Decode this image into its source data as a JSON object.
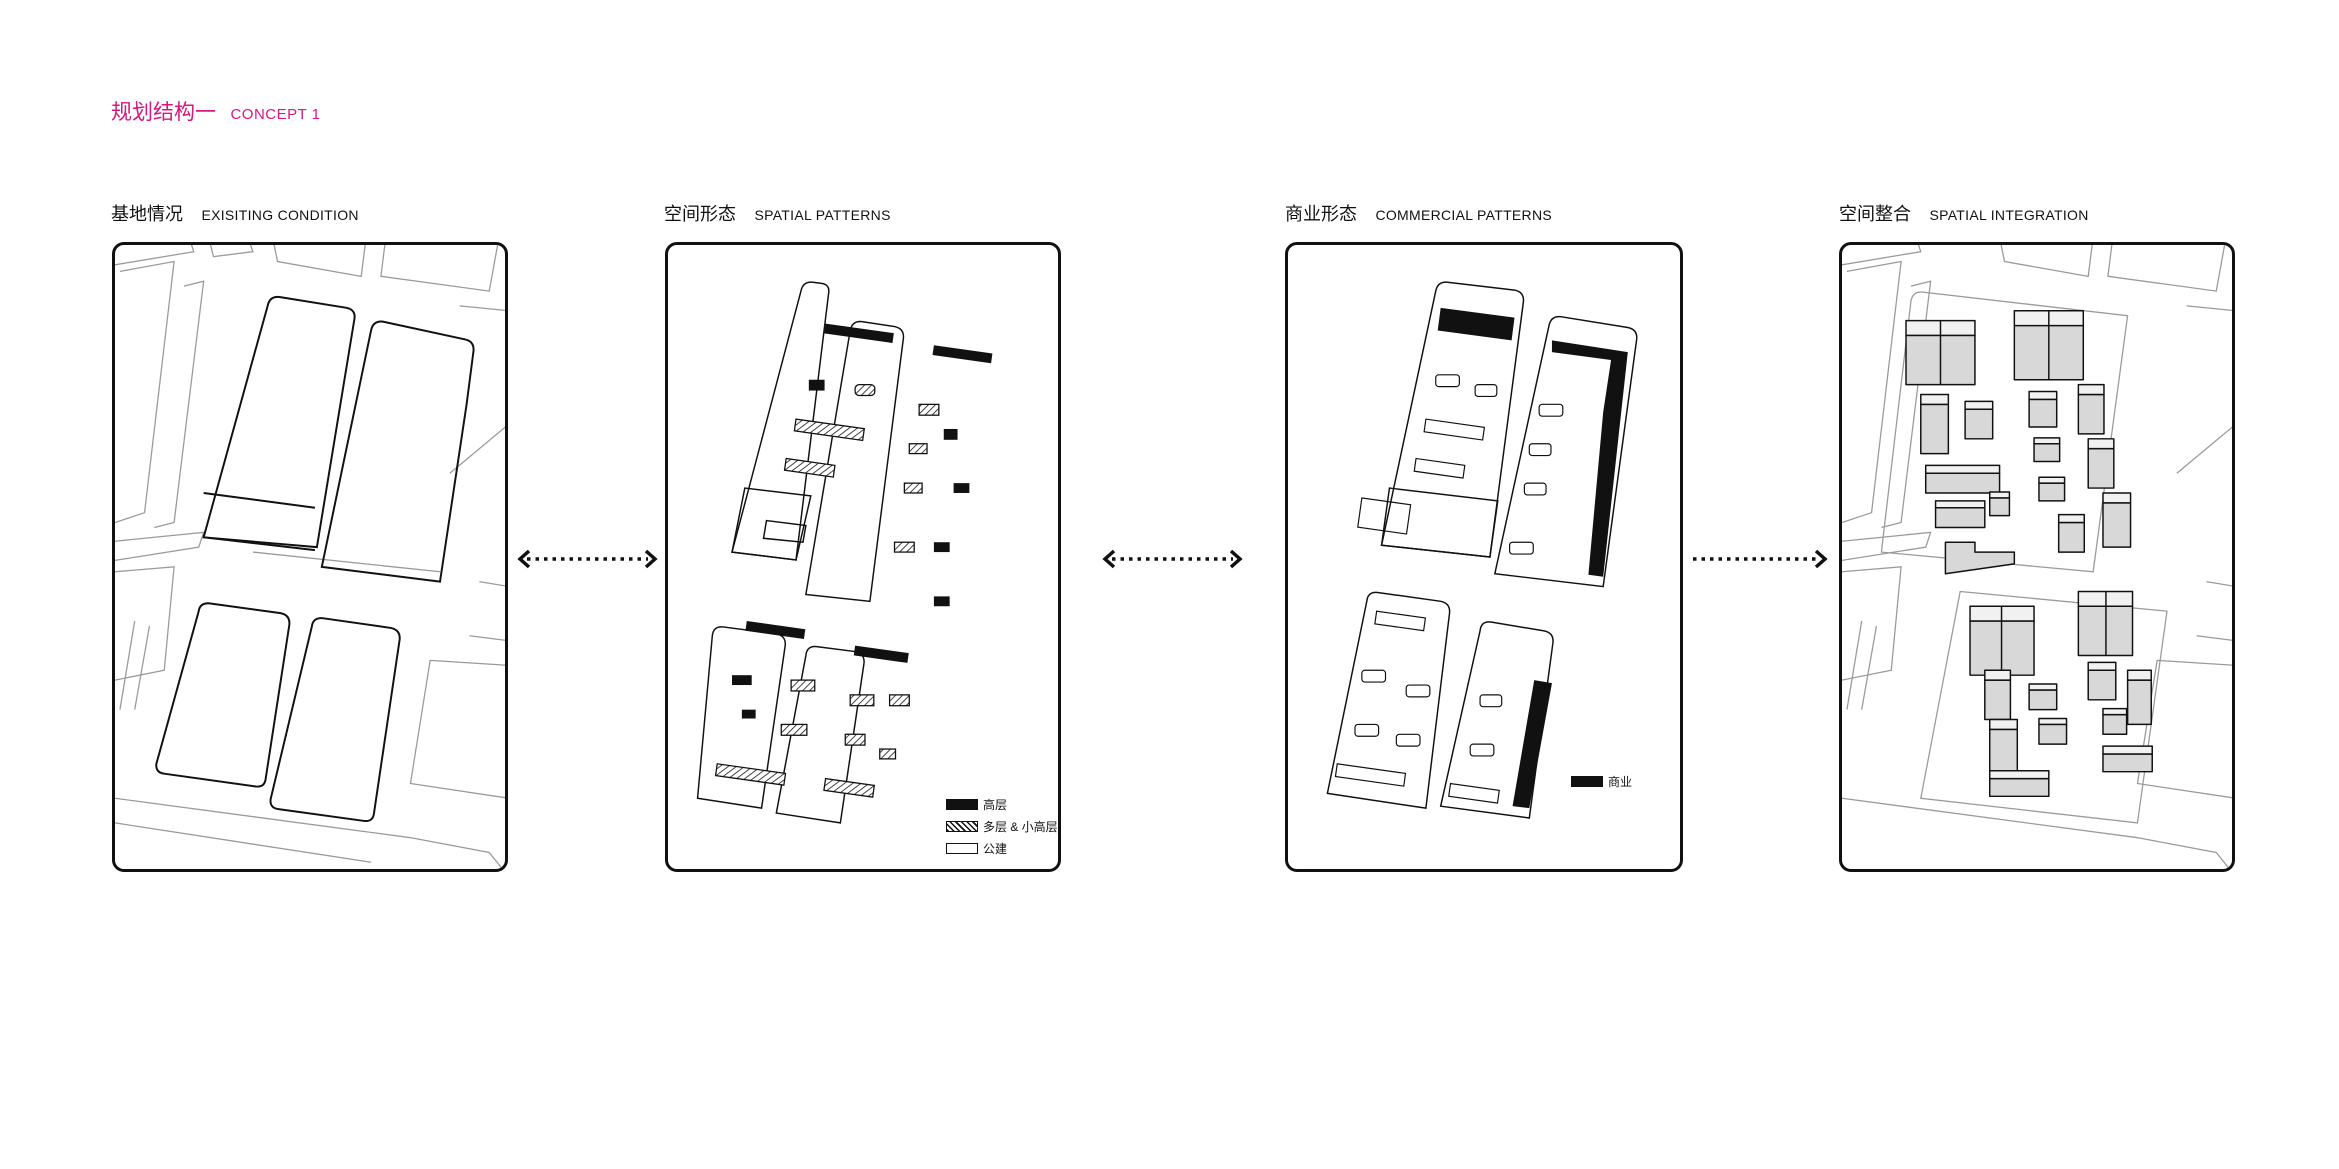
{
  "page_title": {
    "cn": "规划结构一",
    "en": "CONCEPT 1"
  },
  "panels": [
    {
      "cn": "基地情况",
      "en": "EXISITING CONDITION"
    },
    {
      "cn": "空间形态",
      "en": "SPATIAL PATTERNS"
    },
    {
      "cn": "商业形态",
      "en": "COMMERCIAL PATTERNS"
    },
    {
      "cn": "空间整合",
      "en": "SPATIAL INTEGRATION"
    }
  ],
  "legend_spatial": {
    "high_rise": "高层",
    "mid_rise": "多层 & 小高层",
    "public": "公建"
  },
  "legend_commercial": {
    "commercial": "商业"
  },
  "colors": {
    "accent": "#d6187f",
    "line": "#111111",
    "road": "#9a9a9a",
    "block": "#e4e4e4"
  }
}
